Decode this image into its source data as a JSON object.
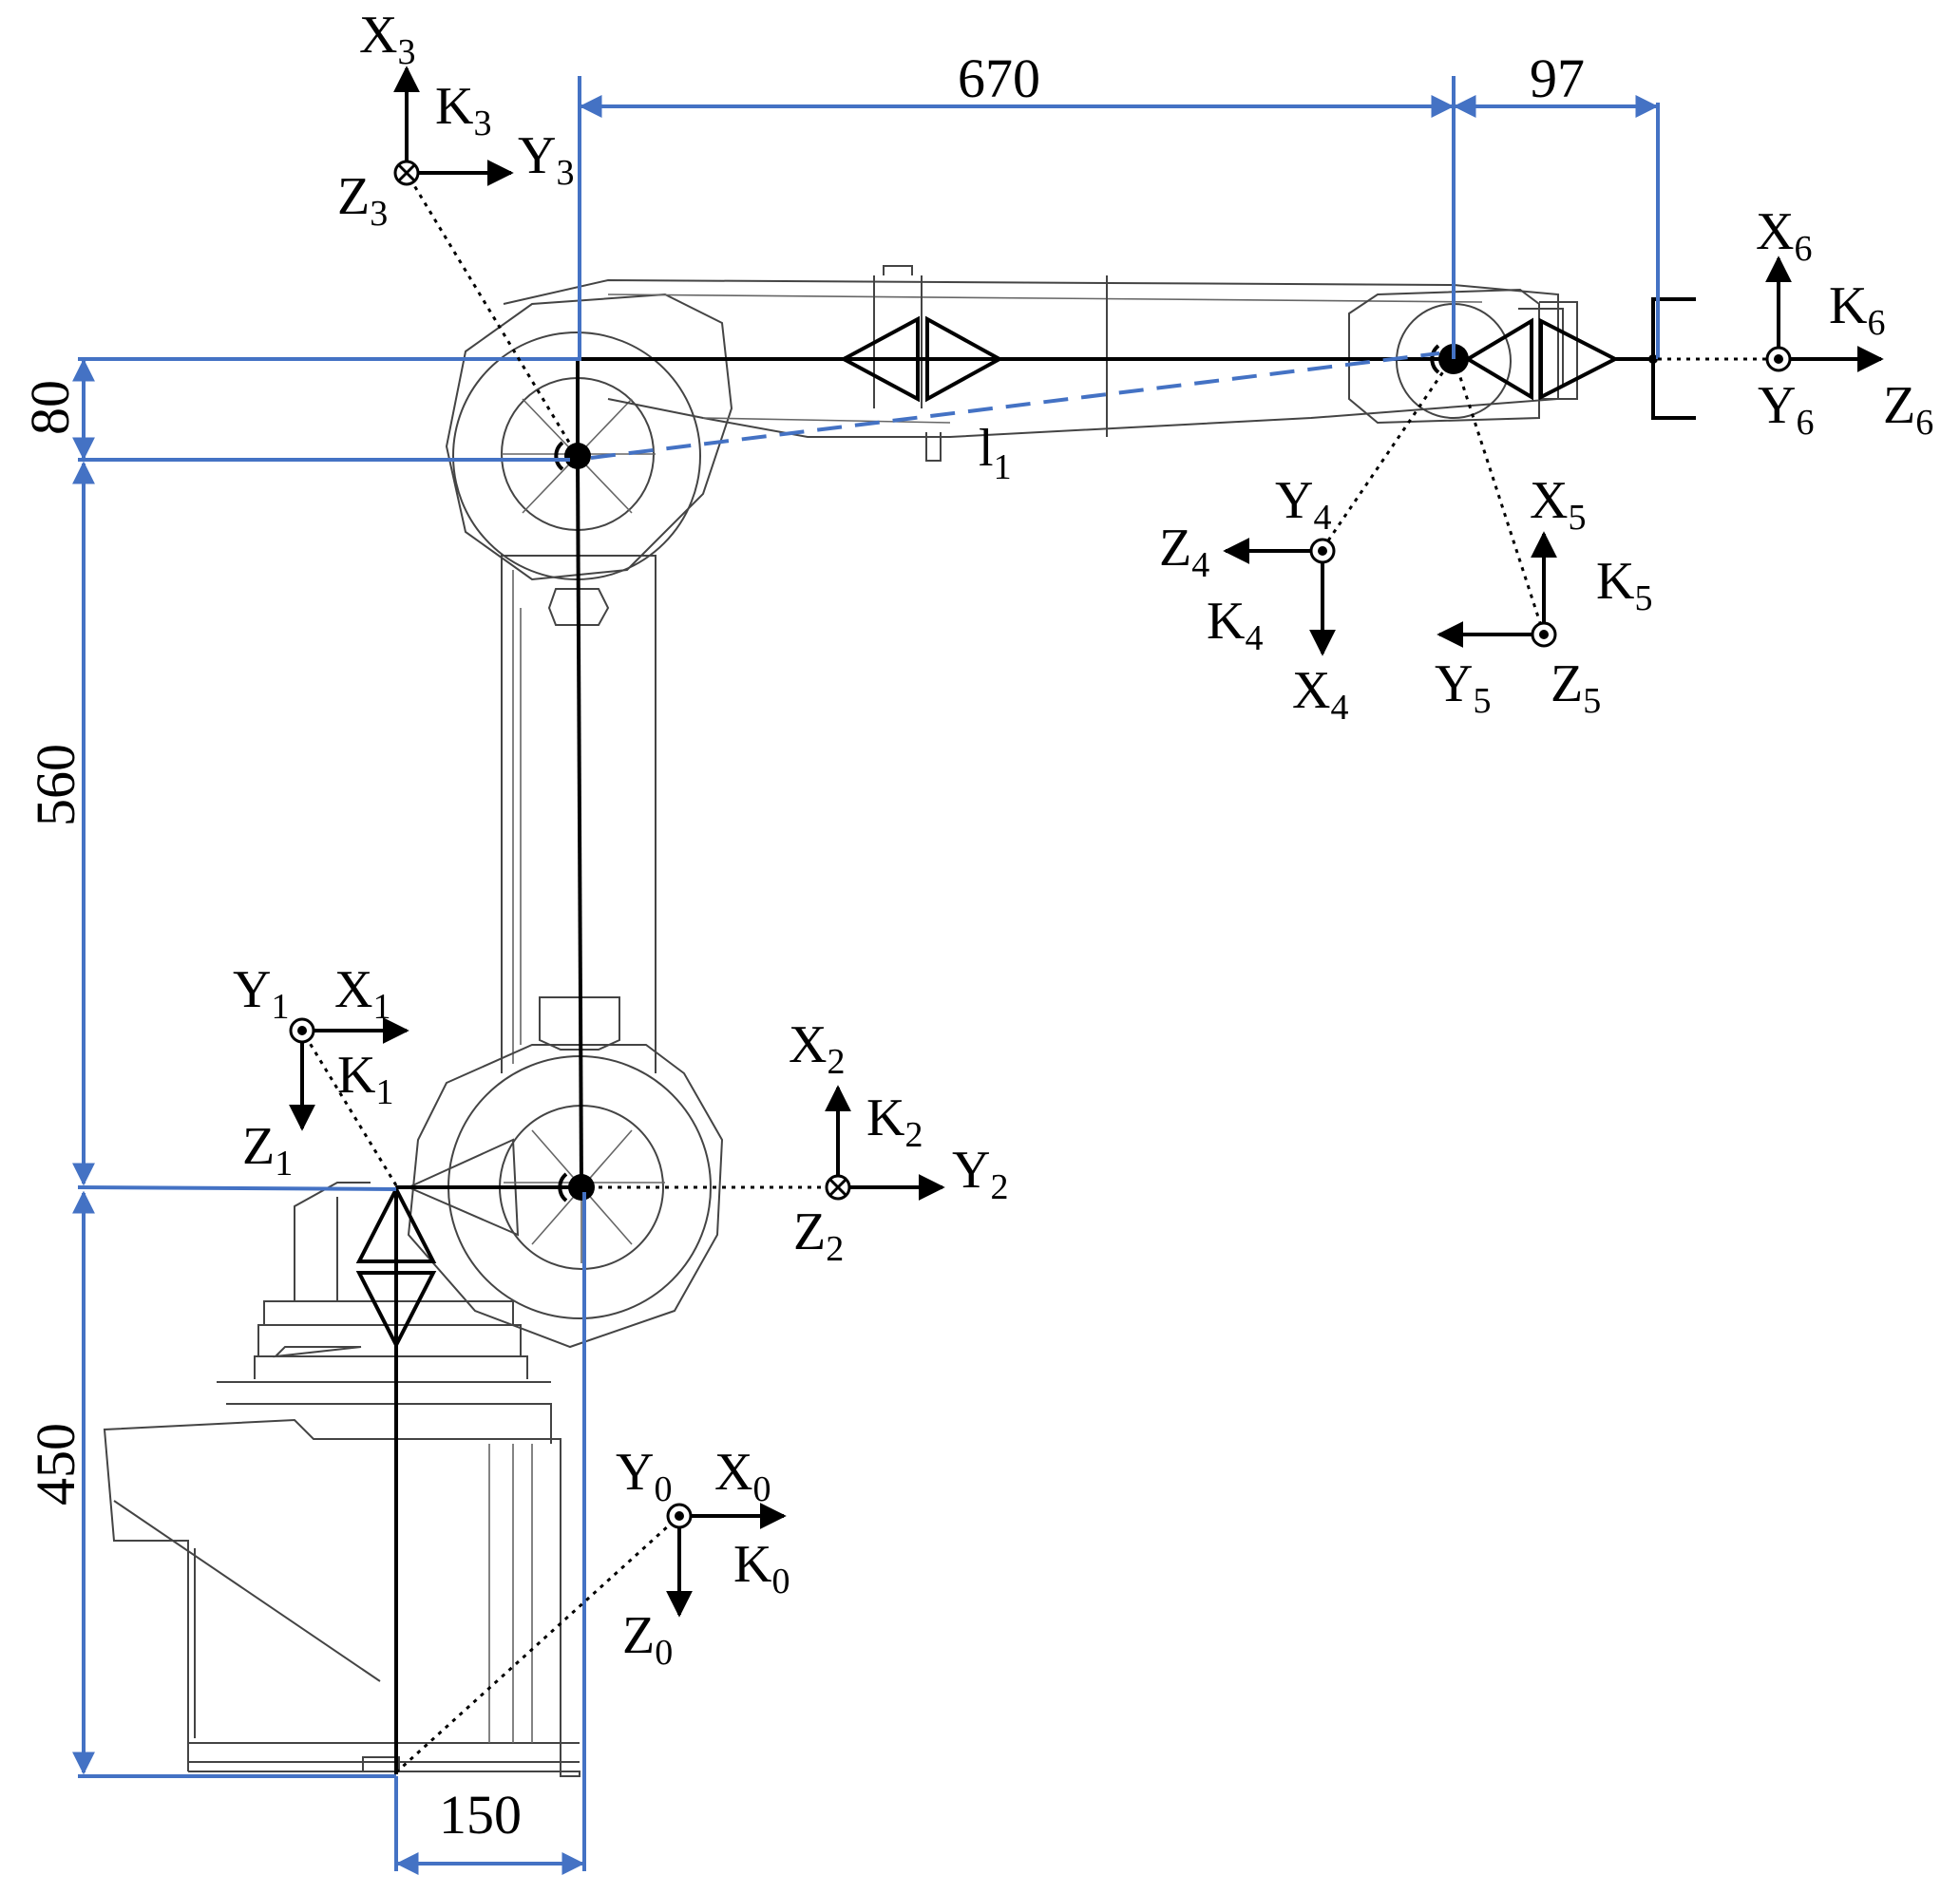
{
  "colors": {
    "dimension": "#4472c4",
    "kinematic": "#000000",
    "outline": "#444444"
  },
  "dimensions": {
    "d670": "670",
    "d97": "97",
    "d80": "80",
    "d560": "560",
    "d450": "450",
    "d150": "150"
  },
  "link_label": {
    "main": "l",
    "sub": "1"
  },
  "frames": [
    {
      "id": "0",
      "labels": [
        {
          "m": "Y",
          "s": "0"
        },
        {
          "m": "X",
          "s": "0"
        },
        {
          "m": "K",
          "s": "0"
        },
        {
          "m": "Z",
          "s": "0"
        }
      ]
    },
    {
      "id": "1",
      "labels": [
        {
          "m": "Y",
          "s": "1"
        },
        {
          "m": "X",
          "s": "1"
        },
        {
          "m": "K",
          "s": "1"
        },
        {
          "m": "Z",
          "s": "1"
        }
      ]
    },
    {
      "id": "2",
      "labels": [
        {
          "m": "X",
          "s": "2"
        },
        {
          "m": "K",
          "s": "2"
        },
        {
          "m": "Y",
          "s": "2"
        },
        {
          "m": "Z",
          "s": "2"
        }
      ]
    },
    {
      "id": "3",
      "labels": [
        {
          "m": "X",
          "s": "3"
        },
        {
          "m": "K",
          "s": "3"
        },
        {
          "m": "Y",
          "s": "3"
        },
        {
          "m": "Z",
          "s": "3"
        }
      ]
    },
    {
      "id": "4",
      "labels": [
        {
          "m": "Y",
          "s": "4"
        },
        {
          "m": "Z",
          "s": "4"
        },
        {
          "m": "K",
          "s": "4"
        },
        {
          "m": "X",
          "s": "4"
        }
      ]
    },
    {
      "id": "5",
      "labels": [
        {
          "m": "X",
          "s": "5"
        },
        {
          "m": "K",
          "s": "5"
        },
        {
          "m": "Y",
          "s": "5"
        },
        {
          "m": "Z",
          "s": "5"
        }
      ]
    },
    {
      "id": "6",
      "labels": [
        {
          "m": "X",
          "s": "6"
        },
        {
          "m": "K",
          "s": "6"
        },
        {
          "m": "Y",
          "s": "6"
        },
        {
          "m": "Z",
          "s": "6"
        }
      ]
    }
  ]
}
